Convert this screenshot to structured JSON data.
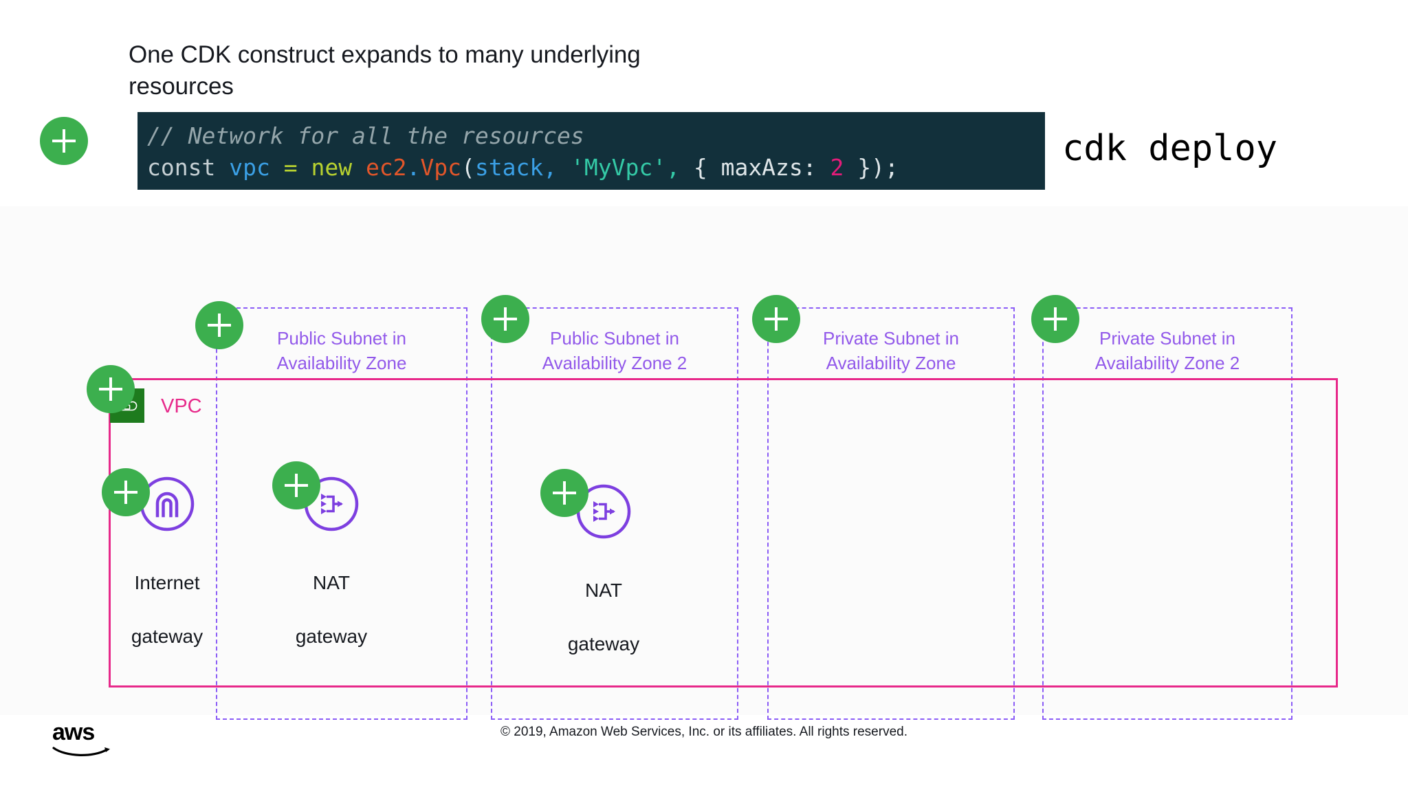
{
  "slide": {
    "title": "One CDK construct expands to many underlying resources",
    "command": "cdk deploy"
  },
  "code": {
    "comment": "// Network for all the resources",
    "line": "const vpc = new ec2.Vpc(stack, 'MyVpc', { maxAzs: 2 });",
    "tokens": {
      "kw_const": "const",
      "var_vpc": "vpc",
      "op_eq": "=",
      "kw_new": "new",
      "ns_ec2": "ec2",
      "dot": ".",
      "type_vpc": "Vpc",
      "paren_open": "(",
      "arg_stack": "stack",
      "comma1": ",",
      "str_myvpc": "'MyVpc'",
      "comma2": ",",
      "brace_open": "{",
      "prop_maxazs": "maxAzs:",
      "num_2": "2",
      "brace_close": "}",
      "paren_close": ")",
      "semicolon": ";"
    },
    "background": "#12303b"
  },
  "diagram": {
    "vpc": {
      "label": "VPC",
      "border_color": "#e7298a",
      "icon_color": "#1e7b1e"
    },
    "subnets": [
      {
        "label": "Public Subnet in\nAvailability Zone",
        "line1": "Public Subnet in",
        "line2": "Availability Zone"
      },
      {
        "label": "Public Subnet in\nAvailability Zone 2",
        "line1": "Public Subnet in",
        "line2": "Availability Zone 2"
      },
      {
        "label": "Private Subnet in\nAvailability Zone",
        "line1": "Private Subnet in",
        "line2": "Availability Zone"
      },
      {
        "label": "Private Subnet in\nAvailability Zone 2",
        "line1": "Private Subnet in",
        "line2": "Availability Zone 2"
      }
    ],
    "subnet_color": "#8b5cf6",
    "resources": [
      {
        "name": "internet-gateway",
        "line1": "Internet",
        "line2": "gateway"
      },
      {
        "name": "nat-gateway-az1",
        "line1": "NAT",
        "line2": "gateway"
      },
      {
        "name": "nat-gateway-az2",
        "line1": "NAT",
        "line2": "gateway"
      }
    ],
    "badge_color": "#3caf4e",
    "badge_glyph": "+",
    "badge_count": 8
  },
  "footer": {
    "copyright": "© 2019, Amazon Web Services, Inc. or its affiliates. All rights reserved.",
    "logo": "aws-logo"
  }
}
